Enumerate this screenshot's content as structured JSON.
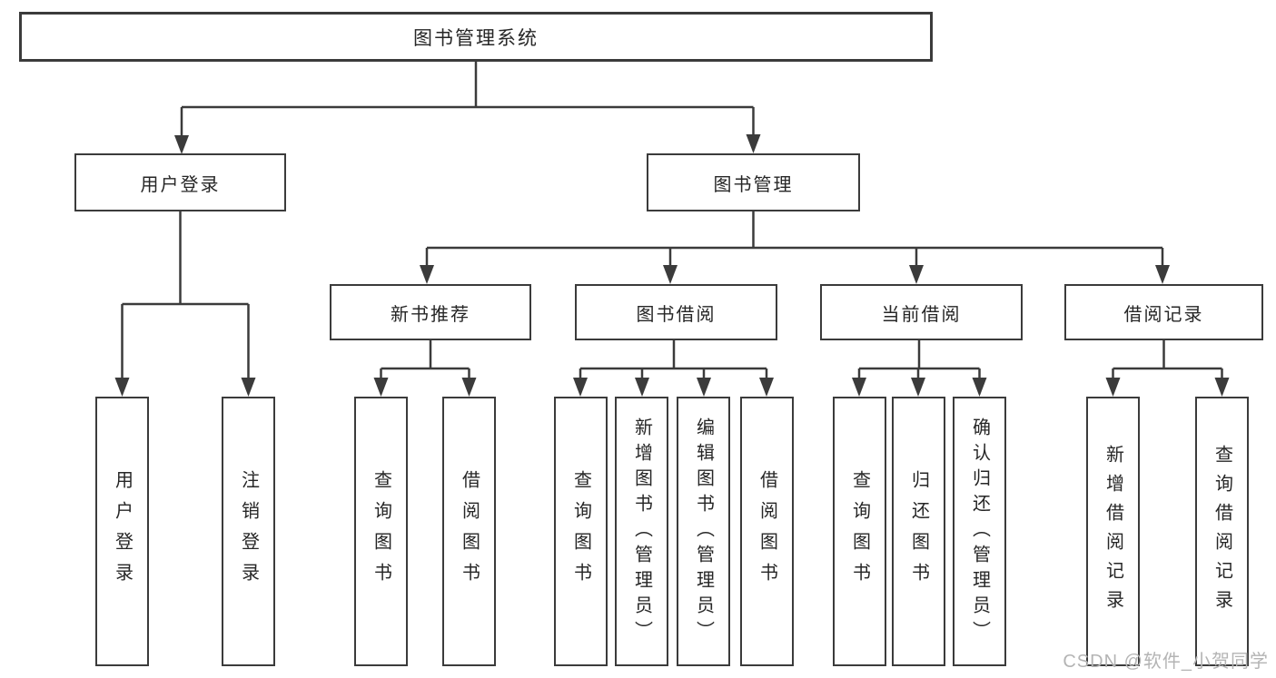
{
  "diagram": {
    "title_node": {
      "label": "图书管理系统"
    },
    "level2": [
      {
        "id": "user-login",
        "label": "用户登录"
      },
      {
        "id": "book-management",
        "label": "图书管理"
      }
    ],
    "level3": [
      {
        "id": "new-book-recommend",
        "label": "新书推荐"
      },
      {
        "id": "book-borrow",
        "label": "图书借阅"
      },
      {
        "id": "current-borrow",
        "label": "当前借阅"
      },
      {
        "id": "borrow-records",
        "label": "借阅记录"
      }
    ],
    "leaves": [
      {
        "parent": "用户登录",
        "label": "用户登录"
      },
      {
        "parent": "用户登录",
        "label": "注销登录"
      },
      {
        "parent": "新书推荐",
        "label": "查询图书"
      },
      {
        "parent": "新书推荐",
        "label": "借阅图书"
      },
      {
        "parent": "图书借阅",
        "label": "查询图书"
      },
      {
        "parent": "图书借阅",
        "label": "新增图书（管理员）"
      },
      {
        "parent": "图书借阅",
        "label": "编辑图书（管理员）"
      },
      {
        "parent": "图书借阅",
        "label": "借阅图书"
      },
      {
        "parent": "当前借阅",
        "label": "查询图书"
      },
      {
        "parent": "当前借阅",
        "label": "归还图书"
      },
      {
        "parent": "当前借阅",
        "label": "确认归还（管理员）"
      },
      {
        "parent": "借阅记录",
        "label": "新增借阅记录"
      },
      {
        "parent": "借阅记录",
        "label": "查询借阅记录"
      }
    ],
    "watermark": "CSDN @软件_小贺同学",
    "colors": {
      "line": "#3b3b3b",
      "text": "#262626",
      "background": "#ffffff",
      "watermark": "#b4b4b4"
    }
  }
}
